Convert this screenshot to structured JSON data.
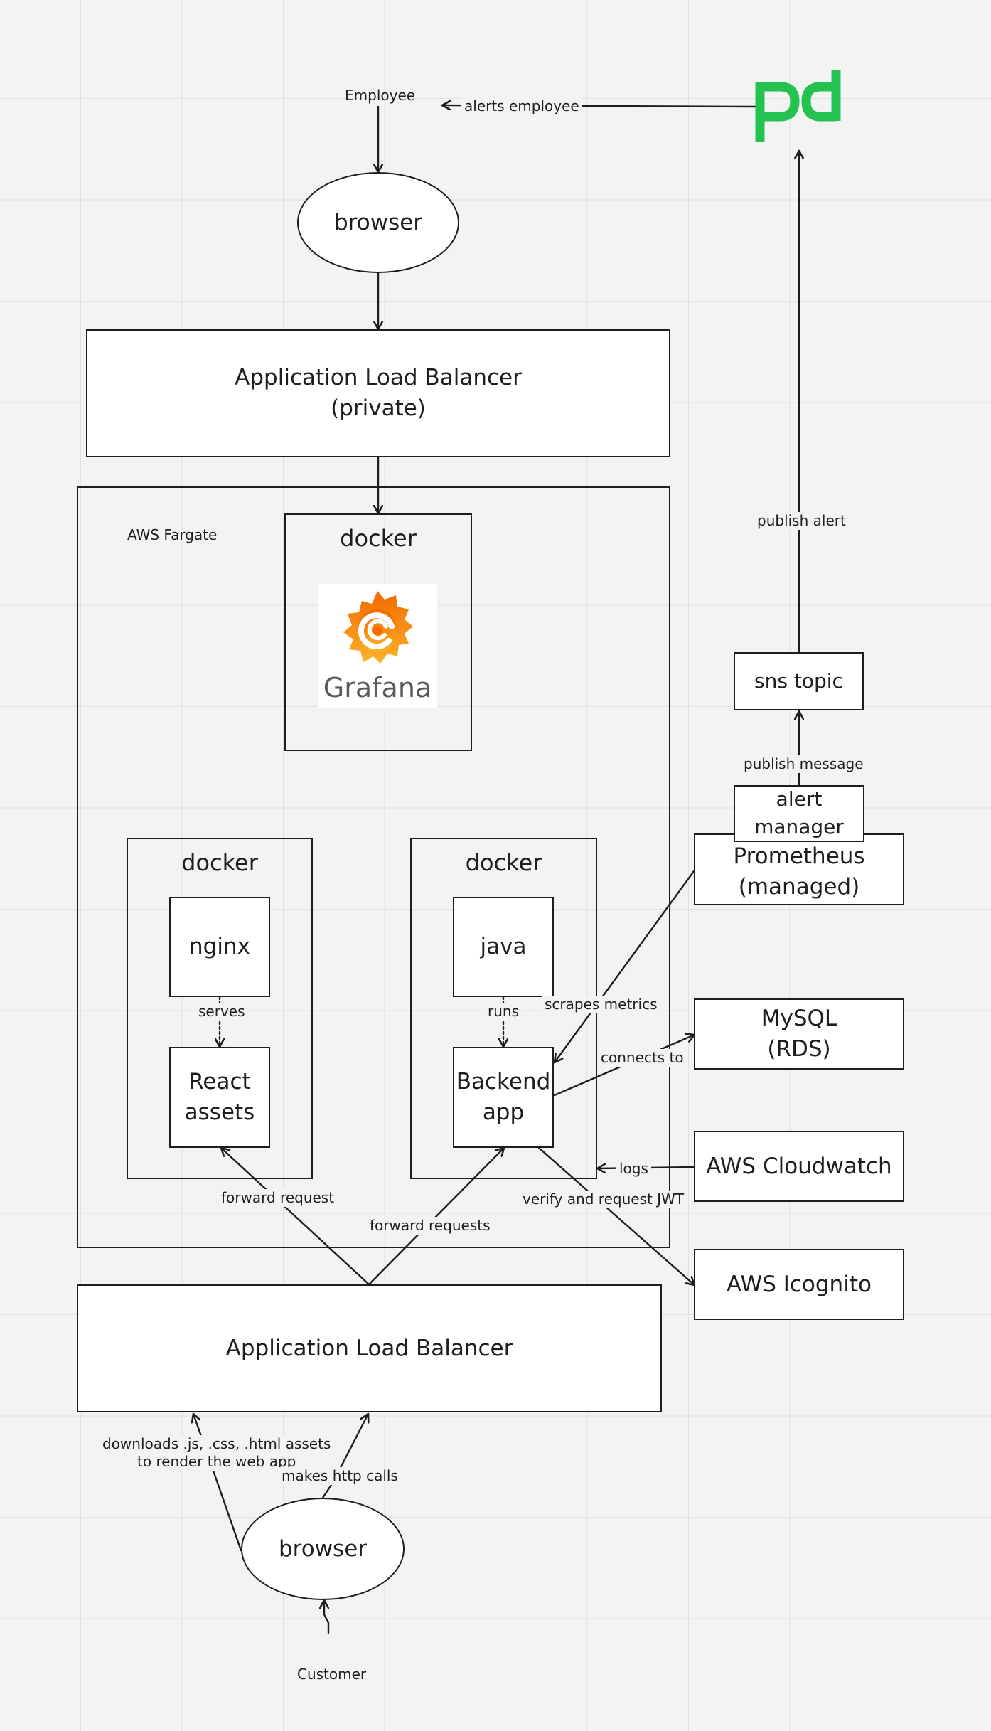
{
  "nodes": {
    "employee": "Employee",
    "browser_top": "browser",
    "alb_private": "Application Load Balancer\n(private)",
    "aws_fargate": "AWS Fargate",
    "docker_grafana": "docker",
    "grafana_logo_text": "Grafana",
    "docker_nginx": "docker",
    "nginx": "nginx",
    "react_assets": "React\nassets",
    "docker_java": "docker",
    "java": "java",
    "backend_app": "Backend\napp",
    "alb_public": "Application Load Balancer",
    "browser_bottom": "browser",
    "customer": "Customer",
    "sns_topic": "sns topic",
    "alert_manager": "alert manager",
    "prometheus": "Prometheus\n(managed)",
    "mysql": "MySQL\n(RDS)",
    "cloudwatch": "AWS Cloudwatch",
    "icognito": "AWS Icognito"
  },
  "edges": {
    "alerts_employee": "alerts employee",
    "publish_alert": "publish alert",
    "publish_message": "publish message",
    "serves": "serves",
    "runs": "runs",
    "scrapes_metrics": "scrapes metrics",
    "connects_to": "connects to",
    "logs": "logs",
    "verify_jwt": "verify and request JWT",
    "forward_request": "forward request",
    "forward_requests": "forward requests",
    "downloads_assets": "downloads .js, .css, .html assets\nto render the web app",
    "makes_http_calls": "makes http calls"
  },
  "icons": {
    "pagerduty": "pagerduty-logo-icon",
    "grafana": "grafana-logo-icon"
  },
  "colors": {
    "pagerduty_green": "#25c151",
    "grafana_orange": "#f46800",
    "grafana_yellow": "#fbb32a",
    "stroke": "#1e1e1e",
    "background": "#f3f3f3"
  }
}
